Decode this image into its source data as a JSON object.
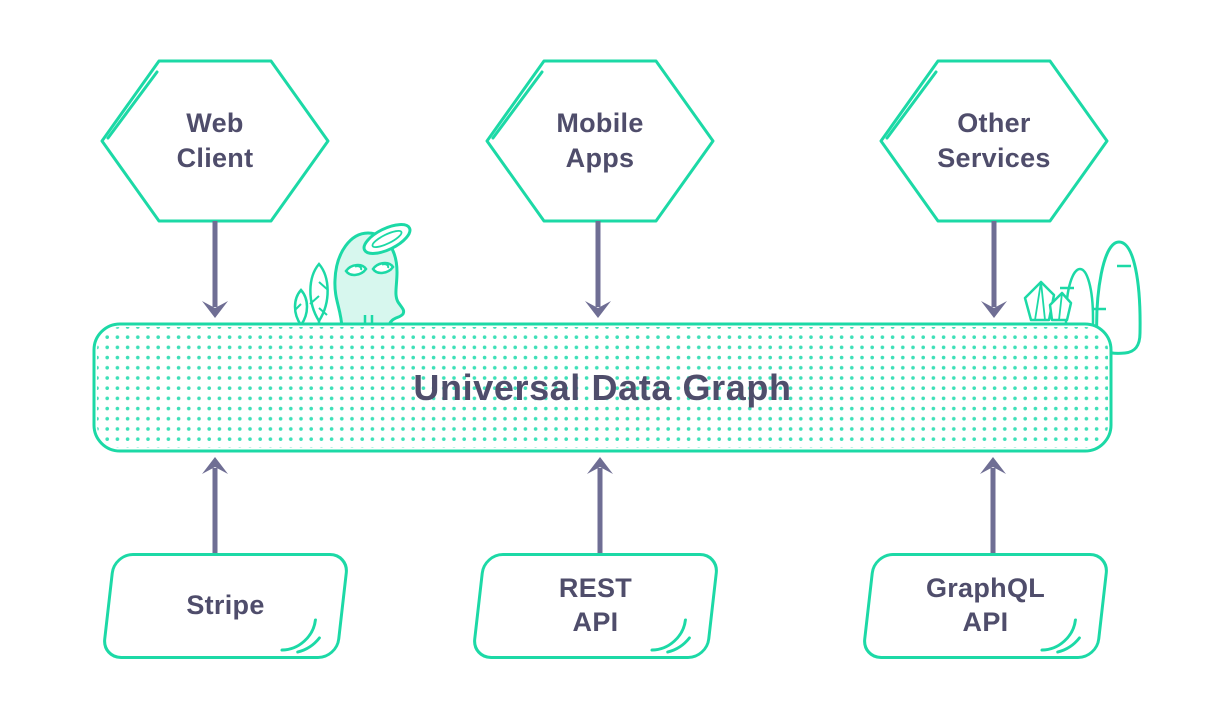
{
  "palette": {
    "teal": "#1CD9A6",
    "teal-light": "#D7F7EE",
    "dot": "#3EE0B8",
    "ink": "#4F4D6B",
    "arrow": "#6F6E94",
    "background": "#FFFFFF"
  },
  "top_nodes": [
    {
      "label": "Web\nClient"
    },
    {
      "label": "Mobile\nApps"
    },
    {
      "label": "Other\nServices"
    }
  ],
  "bar": {
    "label": "Universal Data Graph"
  },
  "bottom_nodes": [
    {
      "label": "Stripe"
    },
    {
      "label": "REST\nAPI"
    },
    {
      "label": "GraphQL\nAPI"
    }
  ],
  "decorations": {
    "left": "mascot-with-plants",
    "right": "crystals-and-cacti"
  },
  "connections": [
    {
      "from": "Web Client",
      "to": "Universal Data Graph",
      "direction": "down"
    },
    {
      "from": "Mobile Apps",
      "to": "Universal Data Graph",
      "direction": "down"
    },
    {
      "from": "Other Services",
      "to": "Universal Data Graph",
      "direction": "down"
    },
    {
      "from": "Stripe",
      "to": "Universal Data Graph",
      "direction": "up"
    },
    {
      "from": "REST API",
      "to": "Universal Data Graph",
      "direction": "up"
    },
    {
      "from": "GraphQL API",
      "to": "Universal Data Graph",
      "direction": "up"
    }
  ]
}
